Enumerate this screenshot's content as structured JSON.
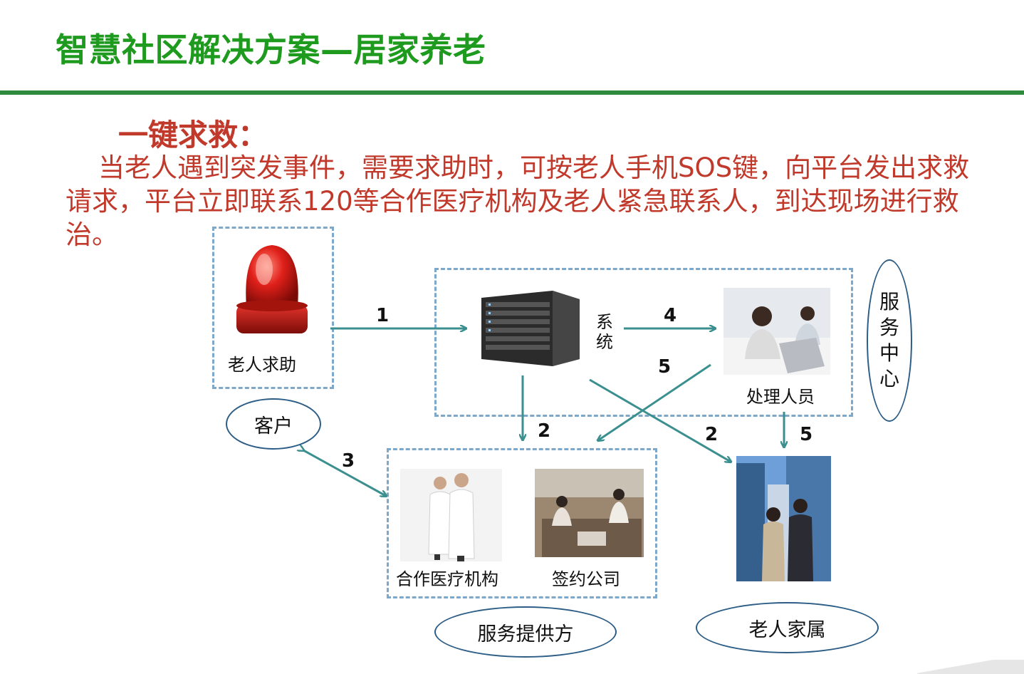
{
  "header": {
    "title": "智慧社区解决方案—居家养老"
  },
  "section": {
    "heading": "一键求救：",
    "paragraph": "当老人遇到突发事件，需要求助时，可按老人手机SOS键，向平台发出求救请求，平台立即联系120等合作医疗机构及老人紧急联系人，到达现场进行救治。"
  },
  "diagram": {
    "nodes": {
      "alarm_label": "老人求助",
      "customer": "客户",
      "system_label": "系统",
      "handler_label": "处理人员",
      "service_center": "服务中心",
      "medical_label": "合作医疗机构",
      "contract_label": "签约公司",
      "provider": "服务提供方",
      "family": "老人家属"
    },
    "steps": {
      "s1": "1",
      "s2a": "2",
      "s2b": "2",
      "s3": "3",
      "s4": "4",
      "s5a": "5",
      "s5b": "5"
    },
    "icons": {
      "alarm": "red-siren-photo",
      "server": "server-rack-photo",
      "staff": "call-center-staff-photo",
      "doctors": "doctors-photo",
      "office": "office-workers-photo",
      "family": "family-city-photo"
    },
    "colors": {
      "arrow": "#3b8f8f",
      "dash": "#7ea8c9",
      "title": "#1e9b1e",
      "text_red": "#c0392b"
    }
  }
}
